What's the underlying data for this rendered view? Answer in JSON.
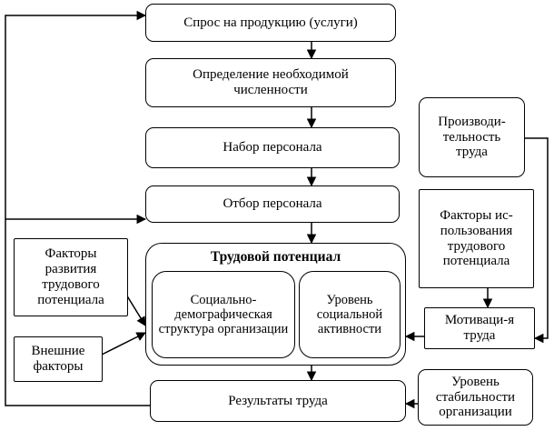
{
  "nodes": {
    "demand": "Спрос на продукцию (услуги)",
    "headcount": "Определение необходимой численности",
    "recruiting": "Набор персонала",
    "selection": "Отбор персонала",
    "labor_potential": "Трудовой потенциал",
    "socio_demographic": "Социально-демографическая структура организации",
    "social_activity": "Уровень социальной активности",
    "results": "Результаты труда",
    "productivity": "Производи-тельность труда",
    "usage_factors": "Факторы ис-пользования трудового потенциала",
    "motivation": "Мотиваци-я труда",
    "stability": "Уровень стабильности организации",
    "development_factors": "Факторы развития трудового потенциала",
    "external_factors": "Внешние факторы"
  }
}
